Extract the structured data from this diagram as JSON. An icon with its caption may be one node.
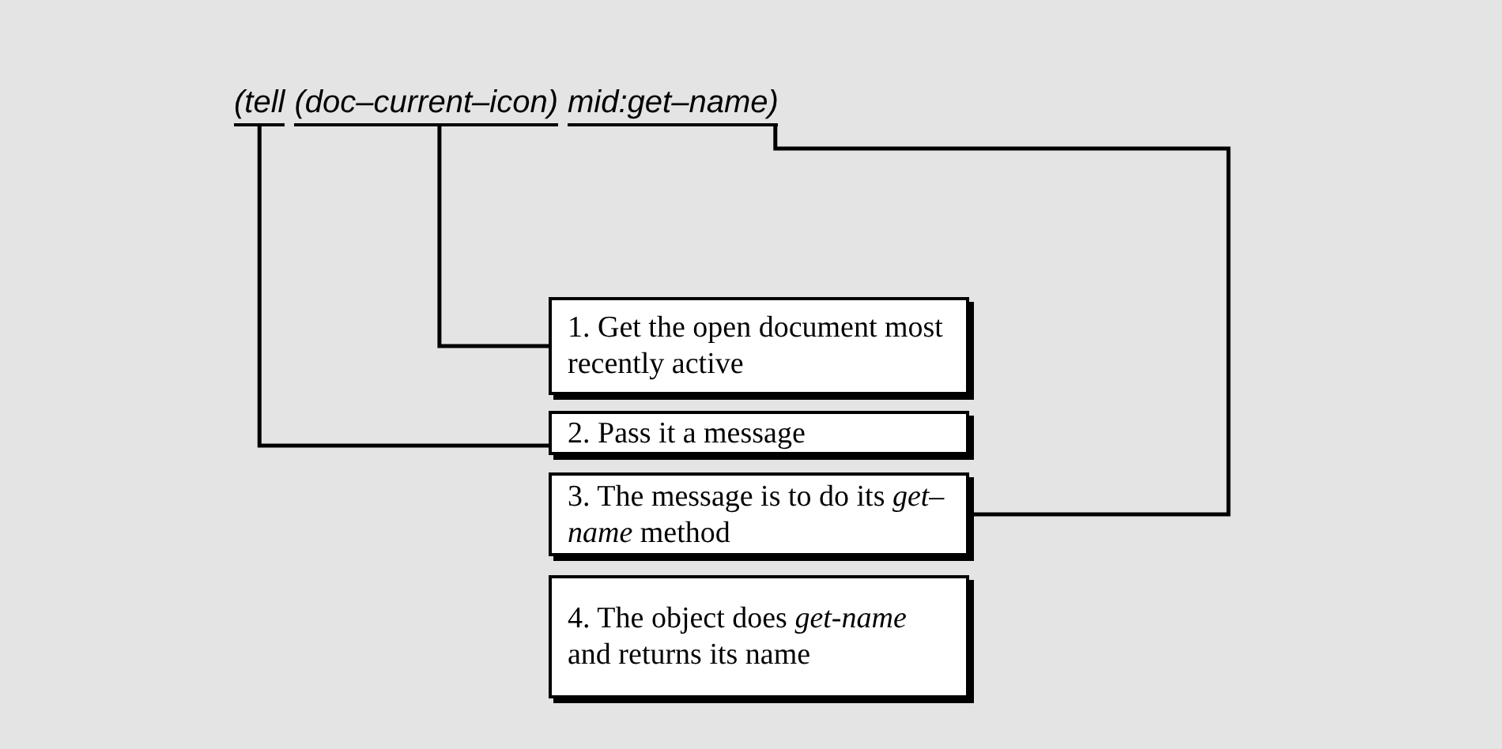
{
  "diagram": {
    "nodes": [
      {
        "text": [
          "(tell"
        ]
      },
      {
        "text": [
          "(doc–current–icon)"
        ]
      },
      {
        "text": [
          "mid:get–name)"
        ]
      },
      {
        "text": [
          "1. Get the open document most recently active"
        ]
      },
      {
        "text": [
          "2.  Pass it a message"
        ]
      },
      {
        "text": [
          "3.  The message is to do its *get–name*  method"
        ]
      },
      {
        "text": [
          "4.  The object does *get-name* and returns its name"
        ]
      }
    ],
    "edges": [
      {
        "from": 1,
        "to": 3,
        "arrow": "none"
      },
      {
        "from": 0,
        "to": 4,
        "arrow": "none"
      },
      {
        "from": 2,
        "to": 5,
        "arrow": "none"
      }
    ]
  }
}
